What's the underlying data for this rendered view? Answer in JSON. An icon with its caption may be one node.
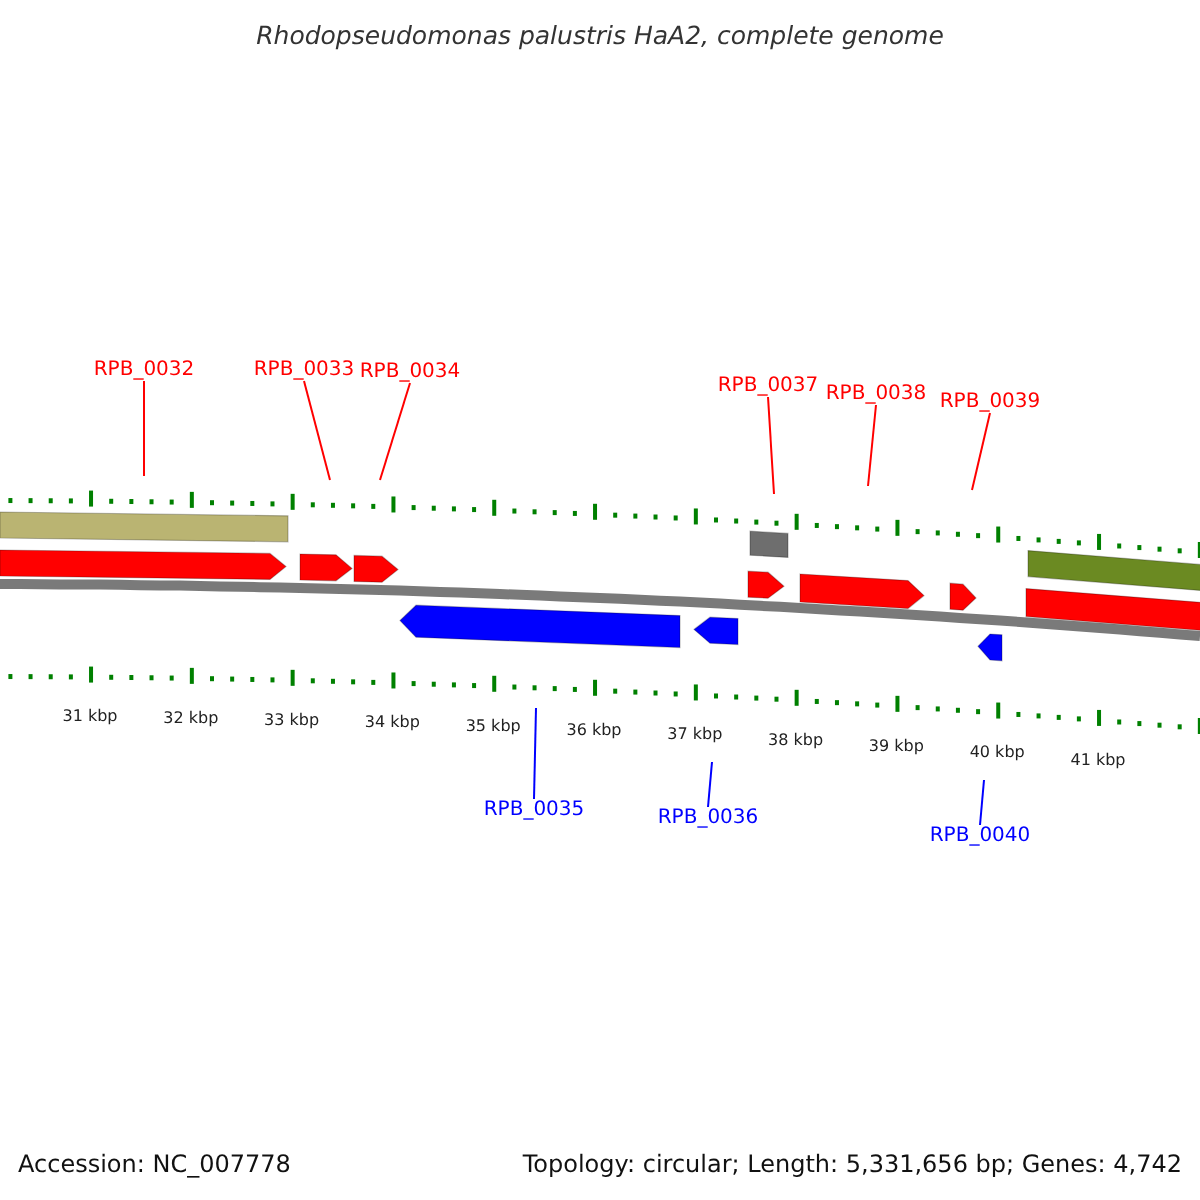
{
  "diagram": {
    "title": "Rhodopseudomonas palustris HaA2, complete genome",
    "nodes": [
      {
        "text": [
          "RPB_0032"
        ]
      },
      {
        "text": [
          "RPB_0033"
        ]
      },
      {
        "text": [
          "RPB_0034"
        ]
      },
      {
        "text": [
          "RPB_0037"
        ]
      },
      {
        "text": [
          "RPB_0038"
        ]
      },
      {
        "text": [
          "RPB_0039"
        ]
      },
      {
        "text": [
          "RPB_0035"
        ]
      },
      {
        "text": [
          "RPB_0036"
        ]
      },
      {
        "text": [
          "RPB_0040"
        ]
      }
    ],
    "edges": [
      {
        "from": 0,
        "to": null,
        "arrow": "none"
      },
      {
        "from": 1,
        "to": null,
        "arrow": "none"
      },
      {
        "from": 2,
        "to": null,
        "arrow": "none"
      },
      {
        "from": 3,
        "to": null,
        "arrow": "none"
      },
      {
        "from": 4,
        "to": null,
        "arrow": "none"
      },
      {
        "from": 5,
        "to": null,
        "arrow": "none"
      },
      {
        "from": 6,
        "to": null,
        "arrow": "none",
        "color": "#0000ff"
      },
      {
        "from": 7,
        "to": null,
        "arrow": "none",
        "color": "#0000ff"
      },
      {
        "from": 8,
        "to": null,
        "arrow": "none",
        "color": "#0000ff"
      }
    ],
    "labels": [
      "31 kbp",
      "32 kbp",
      "33 kbp",
      "34 kbp",
      "35 kbp",
      "36 kbp",
      "37 kbp",
      "38 kbp",
      "39 kbp",
      "40 kbp",
      "41 kbp",
      "Accession: NC_007778",
      "Topology: circular; Length: 5,331,656 bp; Genes: 4,742"
    ]
  }
}
